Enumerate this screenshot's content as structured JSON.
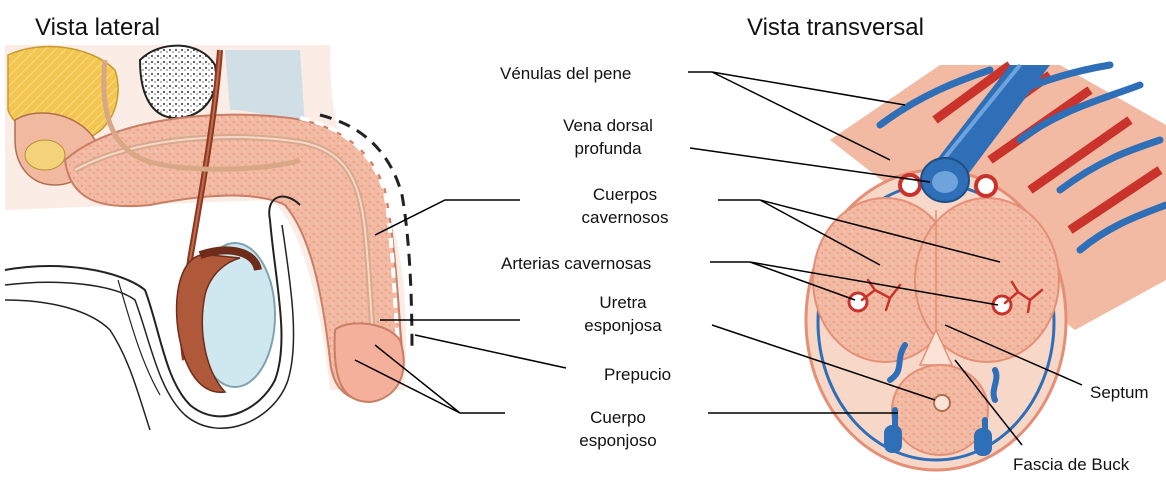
{
  "titles": {
    "left": "Vista lateral",
    "right": "Vista transversal"
  },
  "labels": {
    "venulas": "Vénulas del pene",
    "vena_line1": "Vena dorsal",
    "vena_line2": "profunda",
    "cuerpos_cav_line1": "Cuerpos",
    "cuerpos_cav_line2": "cavernosos",
    "arterias": "Arterias cavernosas",
    "uretra_line1": "Uretra",
    "uretra_line2": "esponjosa",
    "prepucio": "Prepucio",
    "cuerpo_esp_line1": "Cuerpo",
    "cuerpo_esp_line2": "esponjoso",
    "septum": "Septum",
    "fascia": "Fascia de Buck"
  },
  "colors": {
    "tissue": "#f2b9a3",
    "tissue_dark": "#e48f76",
    "spongy": "#f0a98f",
    "vein": "#2f6fb8",
    "vein_light": "#6fa3db",
    "artery": "#c9332b",
    "skin": "#f7d7c8",
    "testis": "#cfe8f0",
    "epididymis": "#b0583a",
    "bone": "#f4e6c6",
    "fat": "#f3c64f",
    "line": "#000000"
  }
}
